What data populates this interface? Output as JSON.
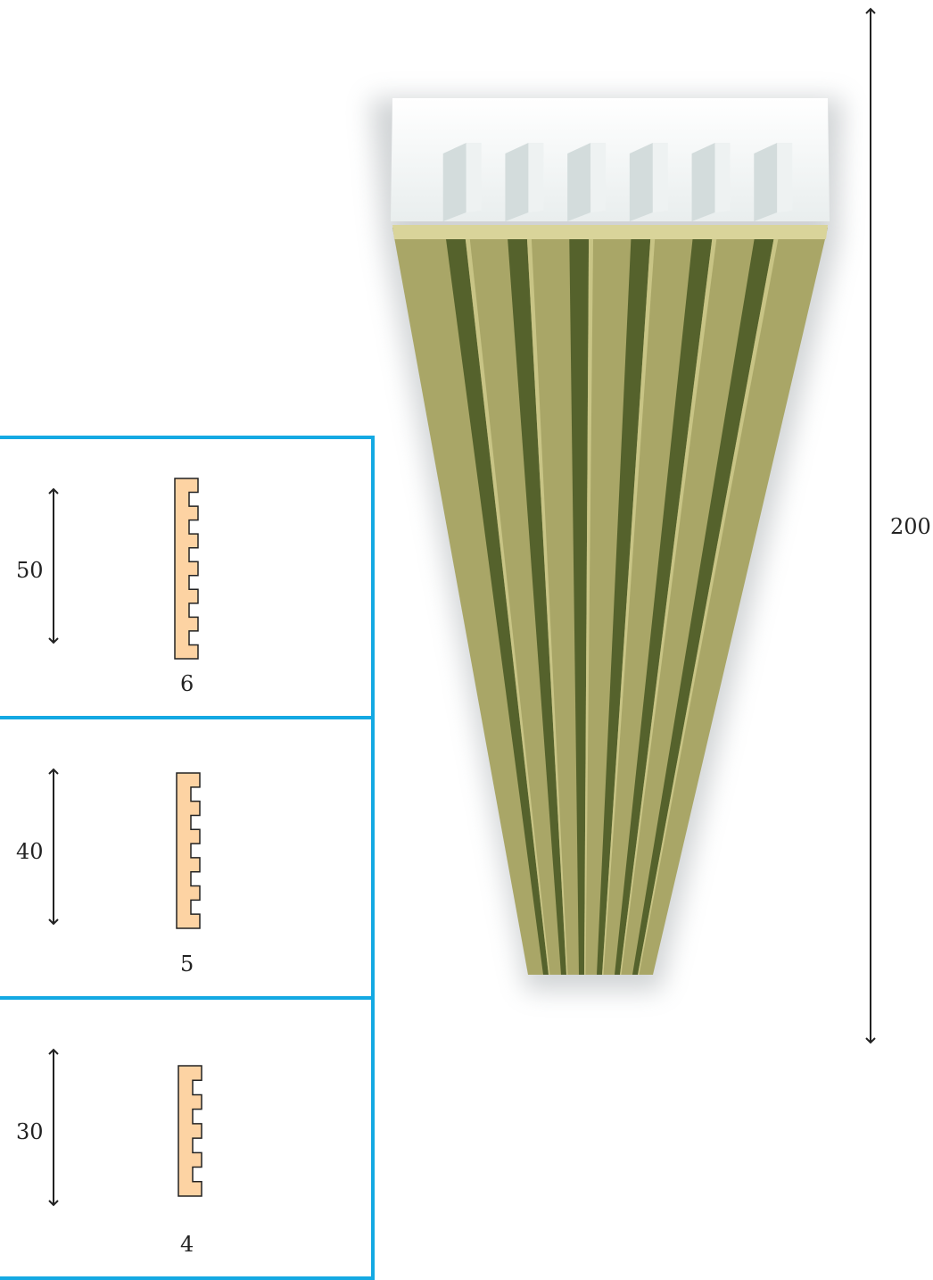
{
  "colors": {
    "panel_border": "#14a9e3",
    "profile_fill": "#fdd3a3",
    "slat_face": "#a9a667",
    "slat_groove": "#55622c",
    "cap_white": "#f6f8f8",
    "arrow": "#222222"
  },
  "main_panel": {
    "height_label": "200",
    "icon": "ribbed-slat-panel-3d"
  },
  "variants": [
    {
      "height_label": "50",
      "slat_count_label": "6",
      "ribs": 6
    },
    {
      "height_label": "40",
      "slat_count_label": "5",
      "ribs": 5
    },
    {
      "height_label": "30",
      "slat_count_label": "4",
      "ribs": 4
    }
  ]
}
